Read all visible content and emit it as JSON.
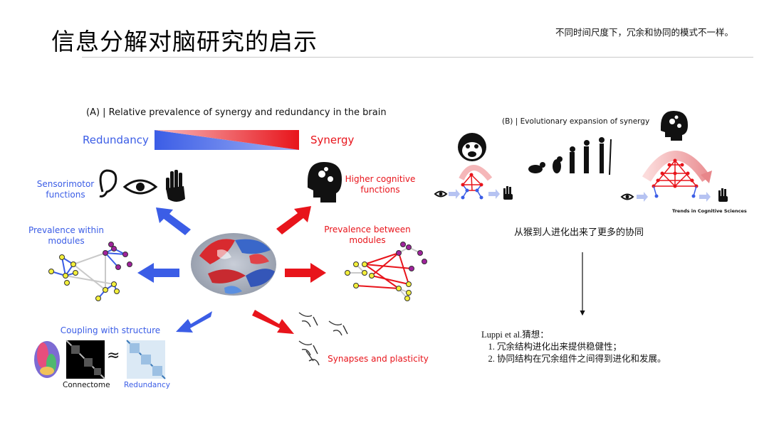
{
  "slide": {
    "title": "信息分解对脑研究的启示",
    "note": "不同时间尺度下，冗余和协同的模式不一样。"
  },
  "figure_a": {
    "title": "(A) | Relative prevalence of synergy and redundancy in the brain",
    "redundancy_label": "Redundancy",
    "synergy_label": "Synergy",
    "sensorimotor": [
      "Sensorimotor",
      "functions"
    ],
    "higher_cognitive": [
      "Higher cognitive",
      "functions"
    ],
    "prevalence_within": [
      "Prevalence within",
      "modules"
    ],
    "prevalence_between": [
      "Prevalence between",
      "modules"
    ],
    "coupling": "Coupling with structure",
    "synapses": "Synapses and plasticity",
    "connectome": "Connectome",
    "approx": "≈",
    "redundancy_small": "Redundancy",
    "colors": {
      "red": "#e8141b",
      "blue": "#3b5de6",
      "yellow": "#f3ef3a",
      "purple": "#a0229c"
    }
  },
  "figure_b": {
    "title": "(B) | Evolutionary expansion of synergy",
    "credit": "Trends in Cognitive Sciences",
    "caption": "从猴到人进化出来了更多的协同"
  },
  "luppi": {
    "heading": "Luppi et al.猜想：",
    "items": [
      "冗余结构进化出来提供稳健性；",
      "协同结构在冗余组件之间得到进化和发展。"
    ]
  }
}
